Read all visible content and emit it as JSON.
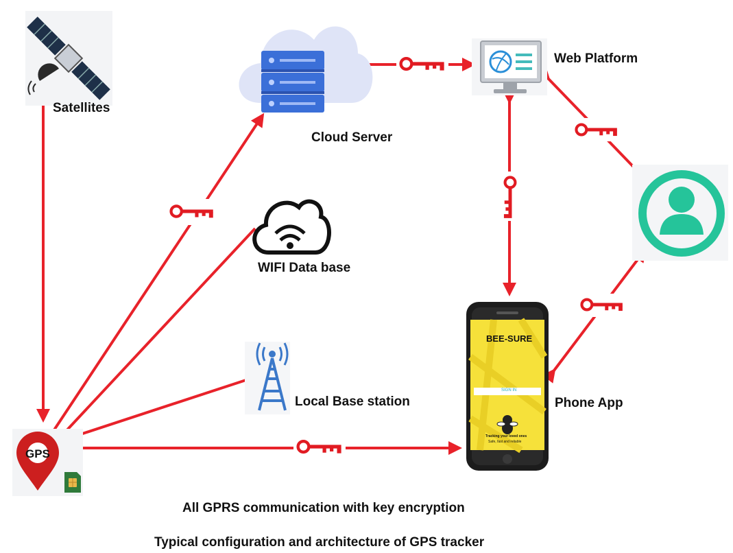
{
  "nodes": {
    "satellites": {
      "label": "Satellites",
      "icon": "satellite-icon"
    },
    "cloud_server": {
      "label": "Cloud Server",
      "icon": "cloud-server-icon"
    },
    "web_platform": {
      "label": "Web Platform",
      "icon": "monitor-icon"
    },
    "user": {
      "icon": "user-icon"
    },
    "wifi_database": {
      "label": "WIFI Data base",
      "icon": "wifi-cloud-icon"
    },
    "local_base_station": {
      "label": "Local Base station",
      "icon": "cell-tower-icon"
    },
    "phone_app": {
      "label": "Phone App",
      "icon": "smartphone-icon"
    },
    "gps": {
      "label": "GPS",
      "icon": "map-pin-icon"
    }
  },
  "phone_screen": {
    "brand": "BEE-SURE",
    "button": "SIGN IN",
    "tagline_1": "Tracking your loved ones",
    "tagline_2": "Safe, fast and reliable"
  },
  "captions": {
    "encryption": "All GPRS communication with key encryption",
    "title": "Typical configuration and architecture of GPS tracker"
  },
  "colors": {
    "arrow": "#e8222a",
    "key": "#e11b22",
    "server": "#3b6fd8",
    "user_icon": "#25c49a",
    "phone_screen": "#f6e13a"
  }
}
